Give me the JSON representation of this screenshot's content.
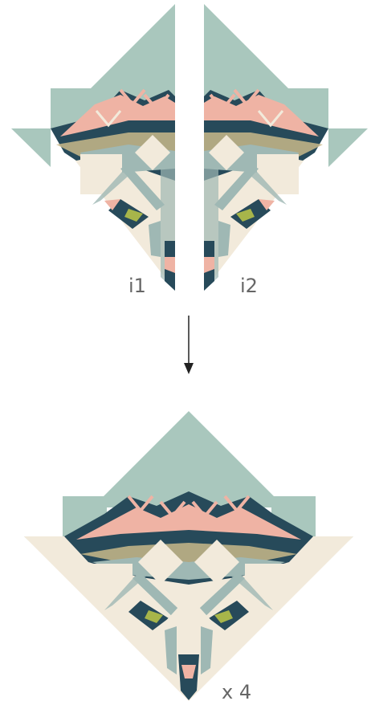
{
  "labels": {
    "left_piece": "i1",
    "right_piece": "i2",
    "multiplier": "x 4"
  },
  "colors": {
    "background": "#ffffff",
    "sage": "#a9c7bd",
    "cream": "#f2eadb",
    "navy": "#274a5a",
    "pink": "#efb3a4",
    "slate": "#9fb8b4",
    "gold": "#c9b98a",
    "lime": "#a7b54a",
    "label_text": "#666666",
    "arrow": "#222222"
  }
}
